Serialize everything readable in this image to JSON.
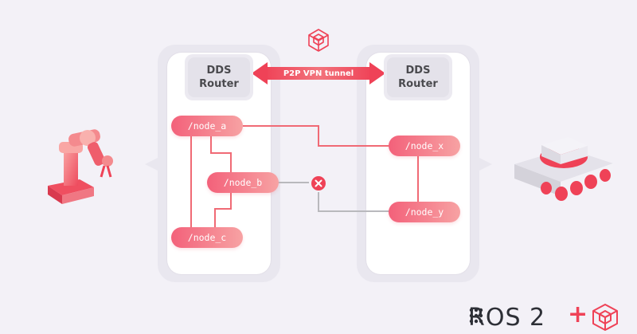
{
  "tunnel": {
    "label": "P2P VPN tunnel"
  },
  "routers": [
    {
      "line1": "DDS",
      "line2": "Router"
    },
    {
      "line1": "DDS",
      "line2": "Router"
    }
  ],
  "nodes": {
    "node_a": "/node_a",
    "node_b": "/node_b",
    "node_c": "/node_c",
    "node_x": "/node_x",
    "node_y": "/node_y"
  },
  "branding": {
    "text": "ROS 2",
    "plus": "+"
  },
  "icons": {
    "top": "cube-icon",
    "blocked": "close-icon",
    "left_device": "robot-arm-icon",
    "right_device": "rover-robot-icon",
    "brand": "cube-icon"
  },
  "colors": {
    "accent": "#ef4257",
    "link": "#f06a75",
    "blocked_link": "#b9b9bd",
    "background": "#f3f1f7"
  }
}
